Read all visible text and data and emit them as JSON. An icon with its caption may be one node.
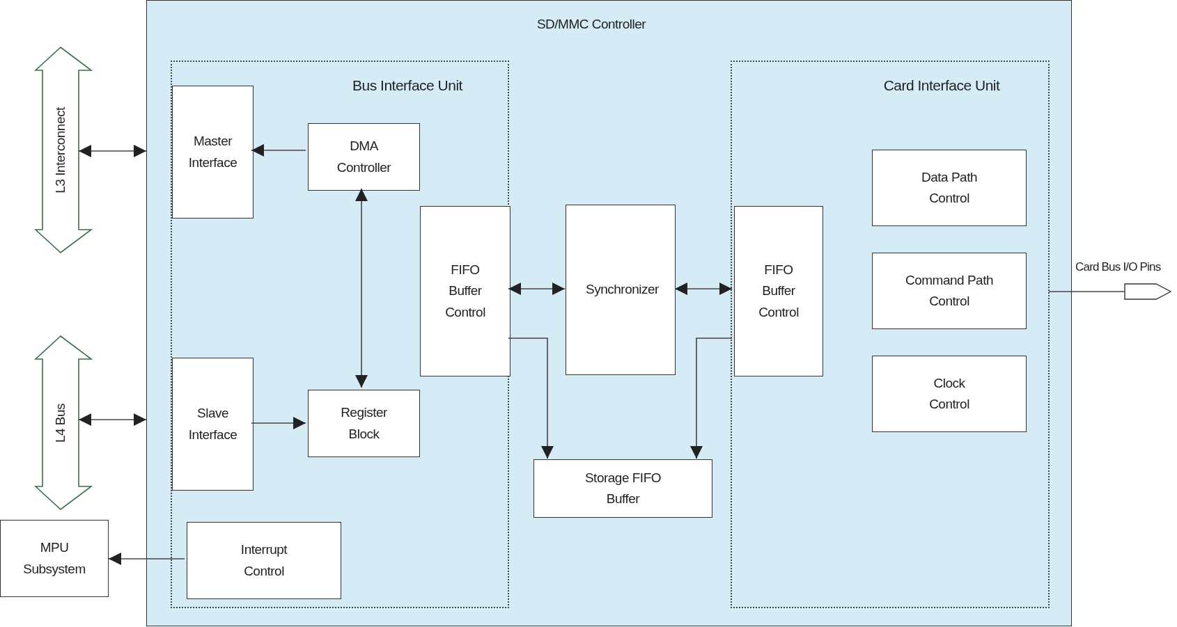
{
  "diagram": {
    "nodes": [
      {
        "text": [
          "SD/MMC Controller"
        ]
      },
      {
        "text": [
          "Bus Interface Unit"
        ],
        "in": 0
      },
      {
        "text": [
          "Card Interface Unit"
        ],
        "in": 0
      },
      {
        "text": [
          "Master Interface"
        ],
        "in": 1
      },
      {
        "text": [
          "DMA Controller"
        ],
        "in": 1
      },
      {
        "text": [
          "Slave Interface"
        ],
        "in": 1
      },
      {
        "text": [
          "Register Block"
        ],
        "in": 1
      },
      {
        "text": [
          "FIFO Buffer Control"
        ],
        "in": 1
      },
      {
        "text": [
          "Interrupt Control"
        ],
        "in": 1
      },
      {
        "text": [
          "Synchronizer"
        ],
        "in": 0
      },
      {
        "text": [
          "Storage FIFO Buffer"
        ],
        "in": 0
      },
      {
        "text": [
          "FIFO Buffer Control"
        ],
        "in": 2
      },
      {
        "text": [
          "Data Path Control"
        ],
        "in": 2
      },
      {
        "text": [
          "Command Path Control"
        ],
        "in": 2
      },
      {
        "text": [
          "Clock Control"
        ],
        "in": 2
      },
      {
        "text": [
          "L3 Interconnect"
        ]
      },
      {
        "text": [
          "L4 Bus"
        ]
      },
      {
        "text": [
          "MPU Subsystem"
        ]
      },
      {
        "text": [
          "Card Bus I/O Pins"
        ]
      }
    ],
    "edges": [
      {
        "from": 15,
        "to": 0,
        "arrow": "both"
      },
      {
        "from": 16,
        "to": 0,
        "arrow": "both"
      },
      {
        "from": 4,
        "to": 3,
        "arrow": "to"
      },
      {
        "from": 4,
        "to": 6,
        "arrow": "both"
      },
      {
        "from": 5,
        "to": 6,
        "arrow": "to"
      },
      {
        "from": 7,
        "to": 9,
        "arrow": "both"
      },
      {
        "from": 9,
        "to": 11,
        "arrow": "both"
      },
      {
        "from": 7,
        "to": 10,
        "arrow": "to"
      },
      {
        "from": 11,
        "to": 10,
        "arrow": "to"
      },
      {
        "from": 8,
        "to": 17,
        "arrow": "to"
      },
      {
        "from": 2,
        "to": 18,
        "arrow": "none"
      }
    ]
  }
}
